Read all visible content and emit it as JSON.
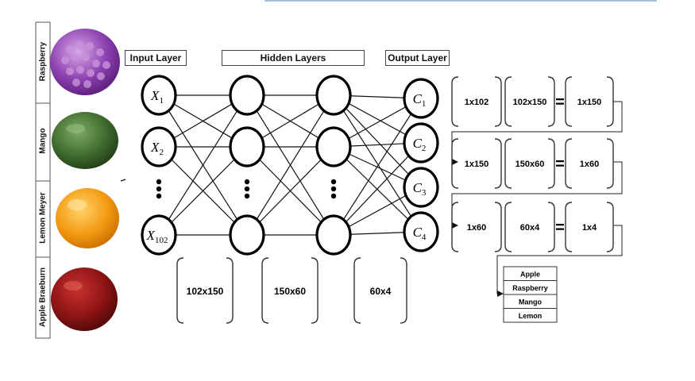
{
  "fruits": [
    "Raspberry",
    "Mango",
    "Lemon Meyer",
    "Apple Braeburn"
  ],
  "layers": {
    "input": "Input Layer",
    "hidden": "Hidden Layers",
    "output": "Output Layer"
  },
  "nodes": {
    "inputs": [
      {
        "sym": "X",
        "sub": "1"
      },
      {
        "sym": "X",
        "sub": "2"
      },
      {
        "sym": "X",
        "sub": "102"
      }
    ],
    "outputs": [
      {
        "sym": "C",
        "sub": "1"
      },
      {
        "sym": "C",
        "sub": "2"
      },
      {
        "sym": "C",
        "sub": "3"
      },
      {
        "sym": "C",
        "sub": "4"
      }
    ]
  },
  "weights": [
    "102x150",
    "150x60",
    "60x4"
  ],
  "equations": [
    {
      "a": "1x102",
      "b": "102x150",
      "eq": "=",
      "r": "1x150"
    },
    {
      "a": "1x150",
      "b": "150x60",
      "eq": "=",
      "r": "1x60"
    },
    {
      "a": "1x60",
      "b": "60x4",
      "eq": "=",
      "r": "1x4"
    }
  ],
  "classes": [
    "Apple",
    "Raspberry",
    "Mango",
    "Lemon"
  ]
}
